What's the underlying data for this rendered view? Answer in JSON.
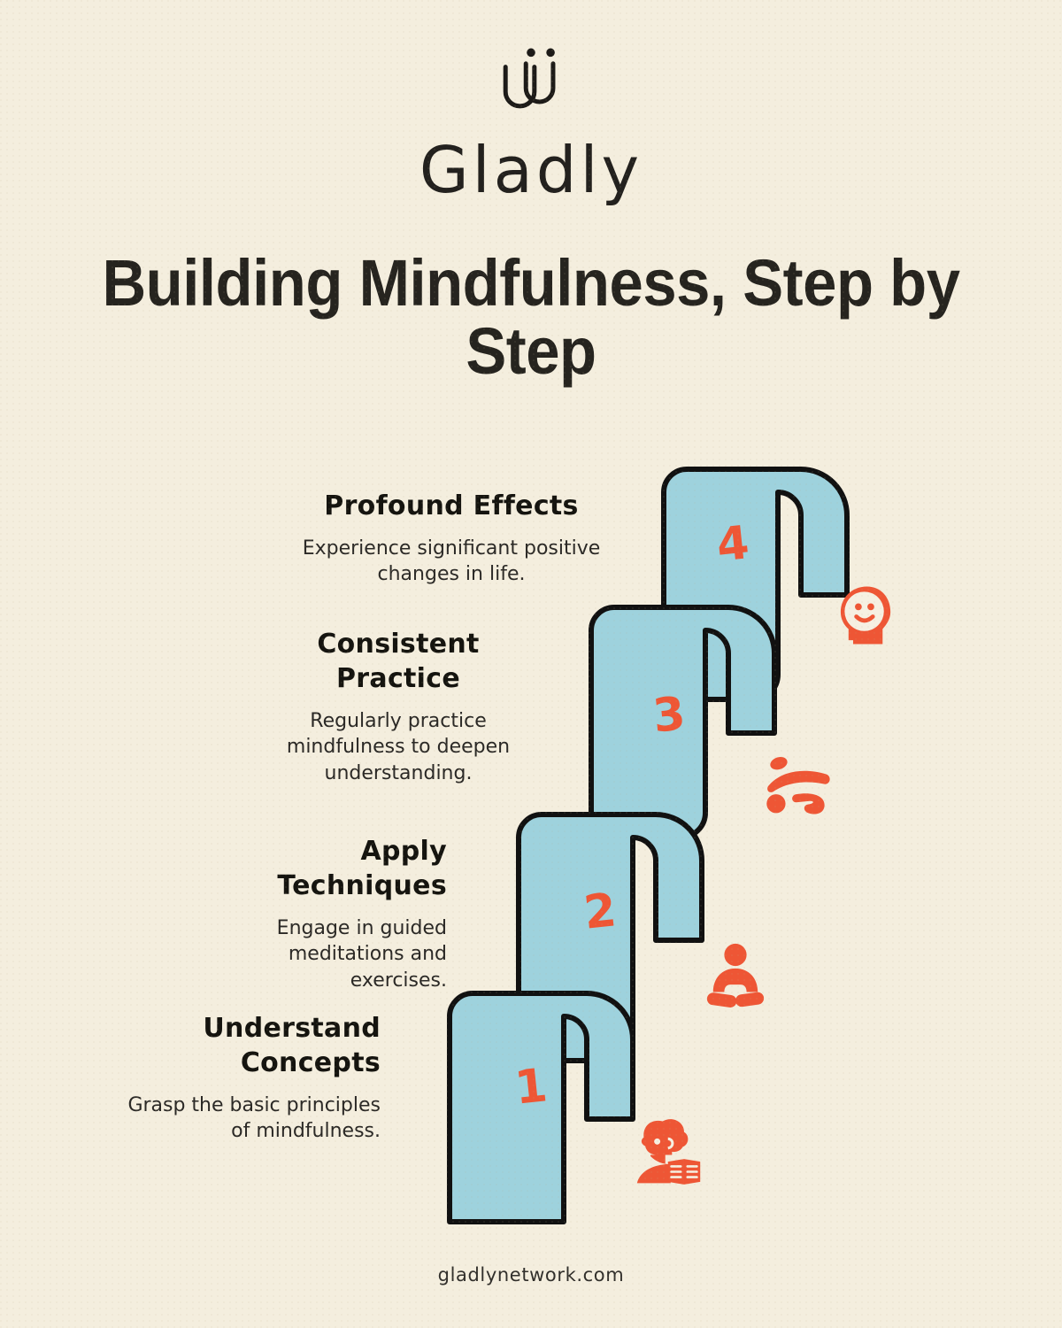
{
  "brand": {
    "name": "Gladly",
    "logo_icon": "gladly-face-mark-icon"
  },
  "headline": "Building Mindfulness, Step by Step",
  "palette": {
    "background": "#f4eede",
    "card_fill": "#9ed2dd",
    "card_stroke": "#111111",
    "accent": "#ee5635",
    "text": "#201f1c"
  },
  "steps": [
    {
      "number": "4",
      "title": "Profound Effects",
      "description": "Experience significant positive changes in life.",
      "icon": "head-smiley-icon"
    },
    {
      "number": "3",
      "title": "Consistent Practice",
      "description": "Regularly practice mindfulness to deepen understanding.",
      "icon": "yoga-pose-icon"
    },
    {
      "number": "2",
      "title": "Apply Techniques",
      "description": "Engage in guided meditations and exercises.",
      "icon": "seated-meditation-icon"
    },
    {
      "number": "1",
      "title": "Understand Concepts",
      "description": "Grasp the basic principles of mindfulness.",
      "icon": "person-reading-book-icon"
    }
  ],
  "footer": {
    "website": "gladlynetwork.com"
  }
}
